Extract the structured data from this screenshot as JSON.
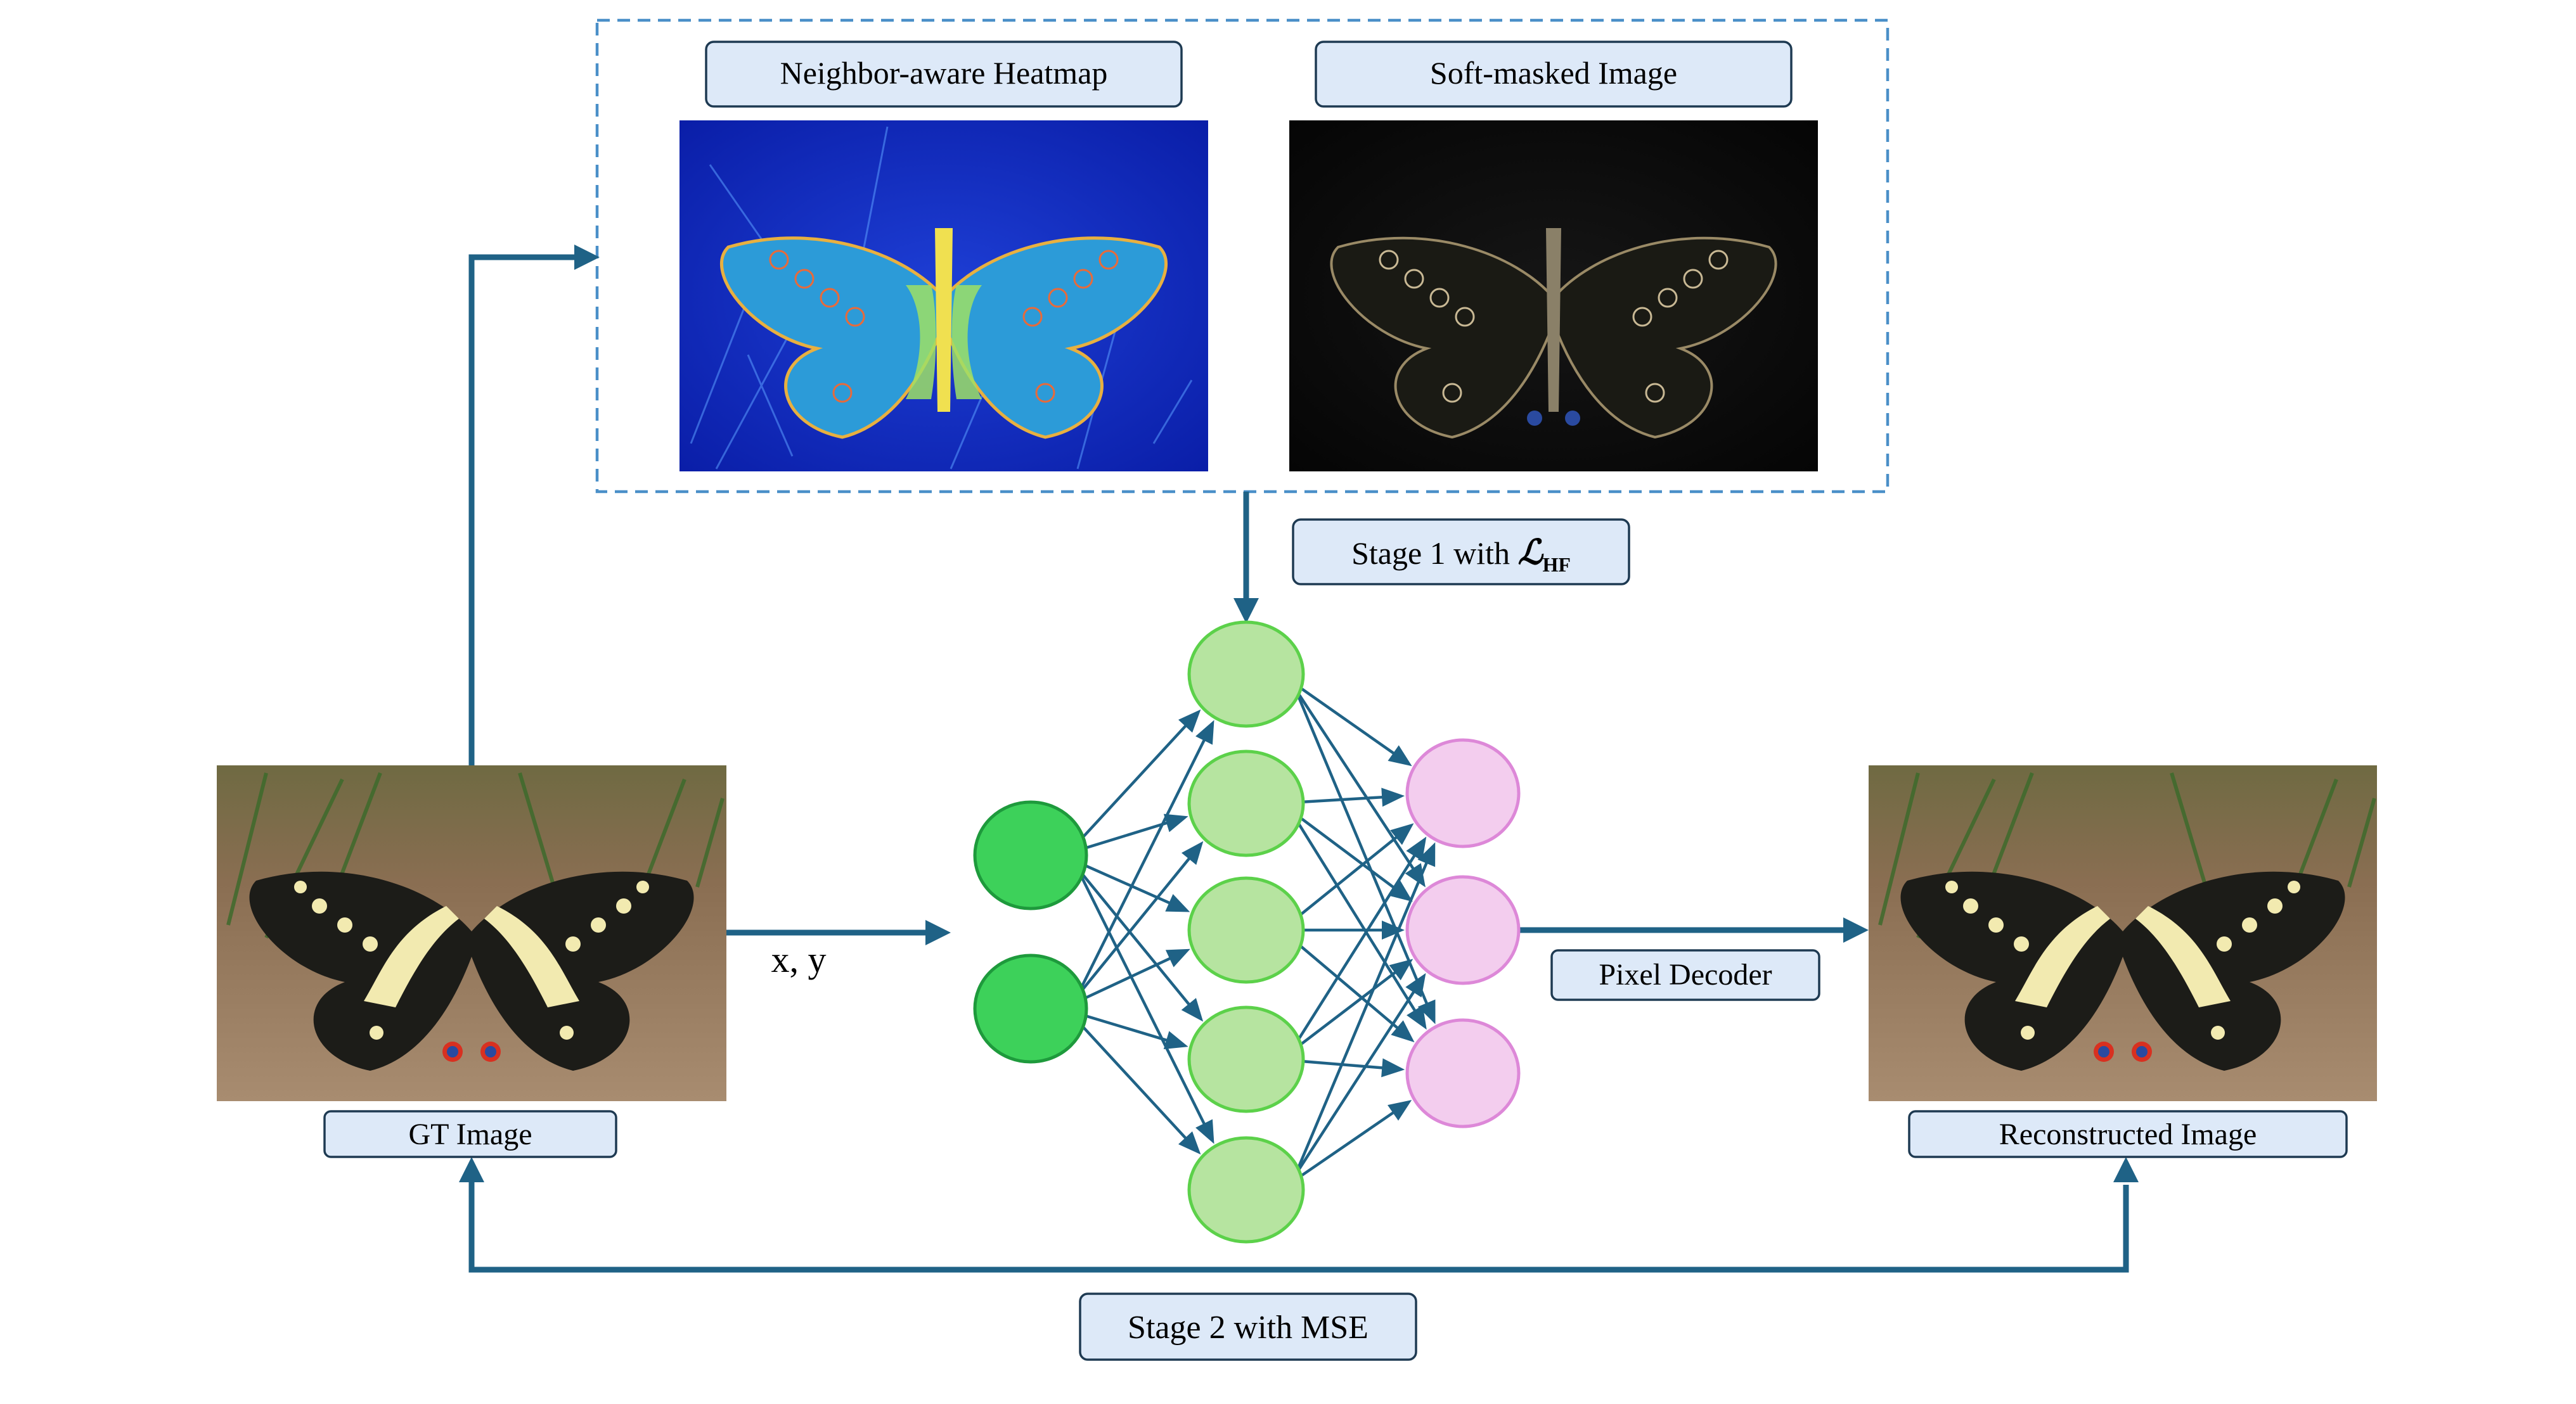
{
  "labels": {
    "heatmap_title": "Neighbor-aware Heatmap",
    "softmask_title": "Soft-masked Image",
    "stage1_prefix": "Stage 1 with ",
    "stage1_loss": "ℒ",
    "stage1_sub": "HF",
    "gt_image": "GT Image",
    "coords": "x, y",
    "pixel_decoder": "Pixel Decoder",
    "reconstructed": "Reconstructed Image",
    "stage2": "Stage 2 with MSE"
  },
  "network": {
    "layers": [
      2,
      5,
      3
    ],
    "colors": {
      "input": "#3dd15a",
      "input_stroke": "#1e9a3c",
      "hidden": "#b6e4a0",
      "hidden_stroke": "#5cd14a",
      "output": "#f3cdee",
      "output_stroke": "#dd88d8"
    }
  },
  "colors": {
    "arrow": "#1f6286",
    "box_fill": "#dde9f8",
    "box_stroke": "#1e3a52",
    "dashed": "#4a8fc8"
  }
}
